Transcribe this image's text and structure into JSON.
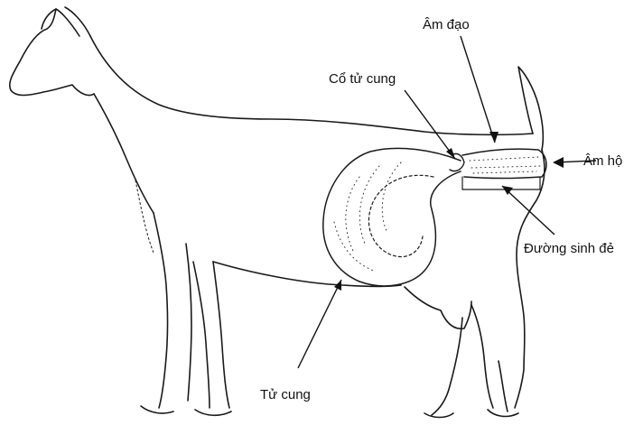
{
  "labels": {
    "vagina": "Âm đạo",
    "cervix": "Cổ tử cung",
    "vulva": "Âm hộ",
    "birth_canal": "Đường sinh đẻ",
    "uterus": "Tử cung"
  }
}
